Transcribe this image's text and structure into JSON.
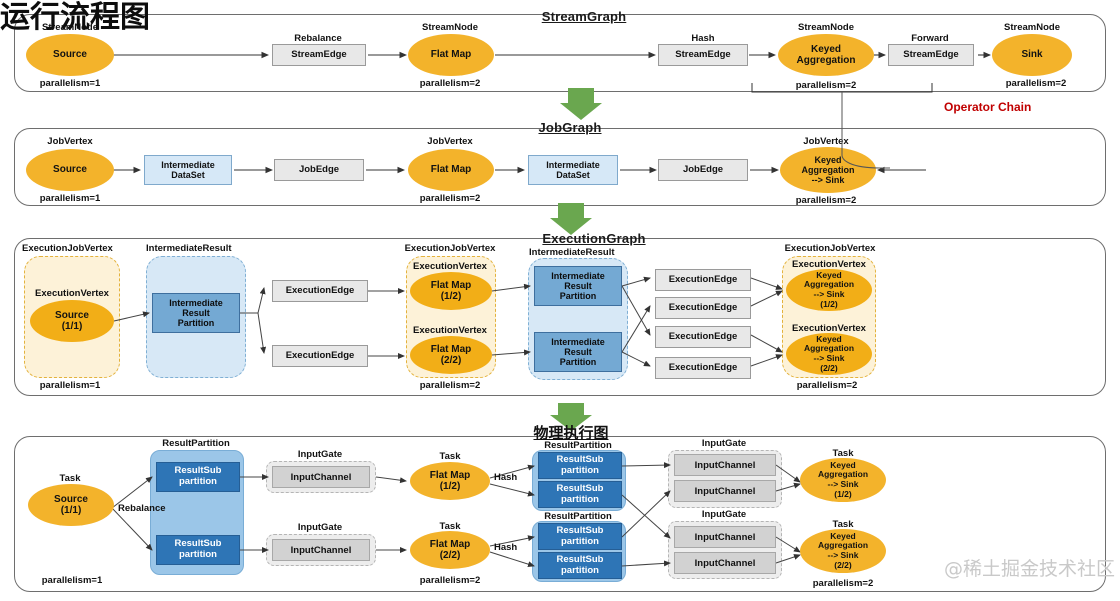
{
  "page": {
    "heading": "运行流程图",
    "watermark": "@稀土掘金技术社区"
  },
  "common": {
    "stream_node": "StreamNode",
    "job_vertex": "JobVertex",
    "execution_job_vertex": "ExecutionJobVertex",
    "execution_vertex": "ExecutionVertex",
    "intermediate_result": "IntermediateResult",
    "task": "Task",
    "result_partition": "ResultPartition",
    "input_gate": "InputGate",
    "parallelism_1": "parallelism=1",
    "parallelism_2": "parallelism=2",
    "operator_chain": "Operator Chain",
    "colors": {
      "node_orange": "#F3B32B",
      "node_orange_inner": "#F2AE17",
      "box_grey": "#E8E8E8",
      "box_light_blue": "#D6E8F7",
      "box_mid_blue": "#74A9D3",
      "box_dark_blue": "#2E75B6",
      "container_orange": "#FDF2D8",
      "container_blue": "#D7E8F6",
      "result_partition": "#9BC6E8",
      "operator_chain_red": "#C00000",
      "arrow_green": "#6AA74F"
    }
  },
  "stream_graph": {
    "title": "StreamGraph",
    "nodes": [
      {
        "caption": "StreamNode",
        "label": "Source",
        "parallelism": "parallelism=1"
      },
      {
        "caption": "StreamNode",
        "label": "Flat Map",
        "parallelism": "parallelism=2"
      },
      {
        "caption": "StreamNode",
        "label": "Keyed\nAggregation",
        "parallelism": "parallelism=2"
      },
      {
        "caption": "StreamNode",
        "label": "Sink",
        "parallelism": "parallelism=2"
      }
    ],
    "edges": [
      {
        "caption": "Rebalance",
        "label": "StreamEdge"
      },
      {
        "caption": "Hash",
        "label": "StreamEdge"
      },
      {
        "caption": "Forward",
        "label": "StreamEdge"
      }
    ]
  },
  "job_graph": {
    "title": "JobGraph",
    "nodes": [
      {
        "caption": "JobVertex",
        "label": "Source",
        "parallelism": "parallelism=1"
      },
      {
        "caption": "JobVertex",
        "label": "Flat Map",
        "parallelism": "parallelism=2"
      },
      {
        "caption": "JobVertex",
        "label": "Keyed\nAggregation\n--> Sink",
        "parallelism": "parallelism=2"
      }
    ],
    "datasets": [
      {
        "label": "Intermediate\nDataSet"
      },
      {
        "label": "Intermediate\nDataSet"
      }
    ],
    "edges": [
      {
        "label": "JobEdge"
      },
      {
        "label": "JobEdge"
      }
    ]
  },
  "execution_graph": {
    "title": "ExecutionGraph",
    "groups": [
      {
        "caption": "ExecutionJobVertex",
        "parallelism": "parallelism=1",
        "vertices": [
          {
            "caption": "ExecutionVertex",
            "label": "Source\n(1/1)"
          }
        ]
      },
      {
        "caption": "ExecutionJobVertex",
        "parallelism": "parallelism=2",
        "vertices": [
          {
            "caption": "ExecutionVertex",
            "label": "Flat Map\n(1/2)"
          },
          {
            "caption": "ExecutionVertex",
            "label": "Flat Map\n(2/2)"
          }
        ]
      },
      {
        "caption": "ExecutionJobVertex",
        "parallelism": "parallelism=2",
        "vertices": [
          {
            "caption": "ExecutionVertex",
            "label": "Keyed\nAggregation\n--> Sink\n(1/2)"
          },
          {
            "caption": "ExecutionVertex",
            "label": "Keyed\nAggregation\n--> Sink\n(2/2)"
          }
        ]
      }
    ],
    "intermediate_results": [
      {
        "caption": "IntermediateResult",
        "partitions": [
          "Intermediate\nResult\nPartition"
        ]
      },
      {
        "caption": "IntermediateResult",
        "partitions": [
          "Intermediate\nResult\nPartition",
          "Intermediate\nResult\nPartition"
        ]
      }
    ],
    "execution_edges": [
      "ExecutionEdge",
      "ExecutionEdge",
      "ExecutionEdge",
      "ExecutionEdge",
      "ExecutionEdge",
      "ExecutionEdge"
    ]
  },
  "physical_graph": {
    "title": "物理执行图",
    "tasks": [
      {
        "caption": "Task",
        "label": "Source\n(1/1)",
        "parallelism": "parallelism=1"
      },
      {
        "caption": "Task",
        "label": "Flat Map\n(1/2)"
      },
      {
        "caption": "Task",
        "label": "Flat Map\n(2/2)",
        "parallelism": "parallelism=2"
      },
      {
        "caption": "Task",
        "label": "Keyed\nAggregation\n--> Sink\n(1/2)"
      },
      {
        "caption": "Task",
        "label": "Keyed\nAggregation\n--> Sink\n(2/2)",
        "parallelism": "parallelism=2"
      }
    ],
    "result_partitions": [
      {
        "caption": "ResultPartition",
        "subpartitions": [
          "ResultSub\npartition",
          "ResultSub\npartition"
        ]
      },
      {
        "caption": "ResultPartition",
        "subpartitions": [
          "ResultSub\npartition",
          "ResultSub\npartition"
        ]
      },
      {
        "caption": "ResultPartition",
        "subpartitions": [
          "ResultSub\npartition",
          "ResultSub\npartition"
        ]
      }
    ],
    "input_gates": [
      {
        "caption": "InputGate",
        "channels": [
          "InputChannel"
        ]
      },
      {
        "caption": "InputGate",
        "channels": [
          "InputChannel"
        ]
      },
      {
        "caption": "InputGate",
        "channels": [
          "InputChannel",
          "InputChannel"
        ]
      },
      {
        "caption": "InputGate",
        "channels": [
          "InputChannel",
          "InputChannel"
        ]
      }
    ],
    "shuffle_labels": [
      "Rebalance",
      "Hash",
      "Hash"
    ]
  }
}
